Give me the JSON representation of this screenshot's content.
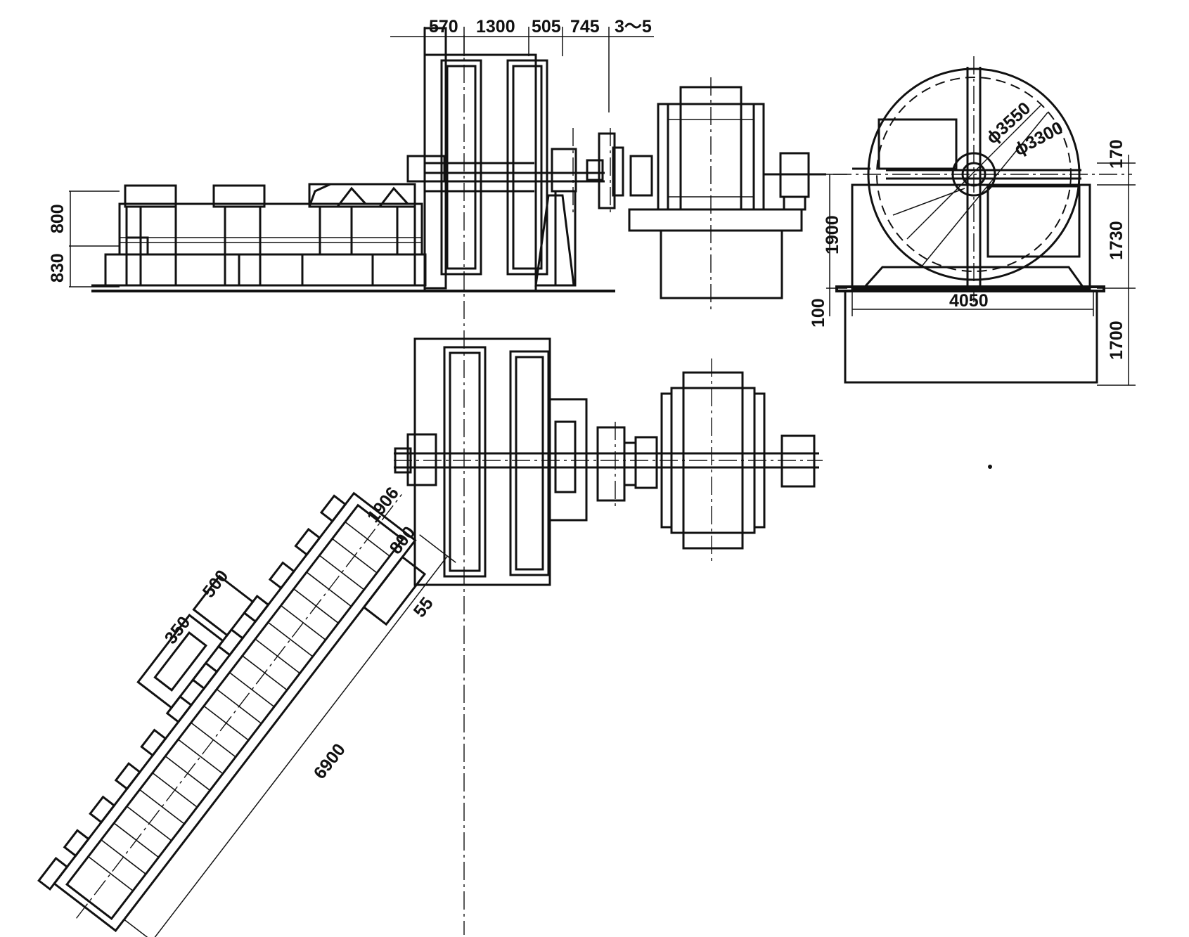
{
  "dimensions": {
    "top": {
      "d570": "570",
      "d1300": "1300",
      "d505": "505",
      "d745": "745",
      "d3to5": "3～5"
    },
    "left": {
      "d800": "800",
      "d830": "830"
    },
    "middle": {
      "d1900": "1900",
      "d100": "100"
    },
    "right": {
      "d170": "170",
      "d1730": "1730",
      "d1700": "1700",
      "d4050": "4050",
      "dia3550": "ϕ3550",
      "dia3300": "ϕ3300"
    },
    "chute": {
      "d1906": "1906",
      "d800": "800",
      "d55": "55",
      "d6900": "6900",
      "d500": "500",
      "d350": "350"
    }
  }
}
